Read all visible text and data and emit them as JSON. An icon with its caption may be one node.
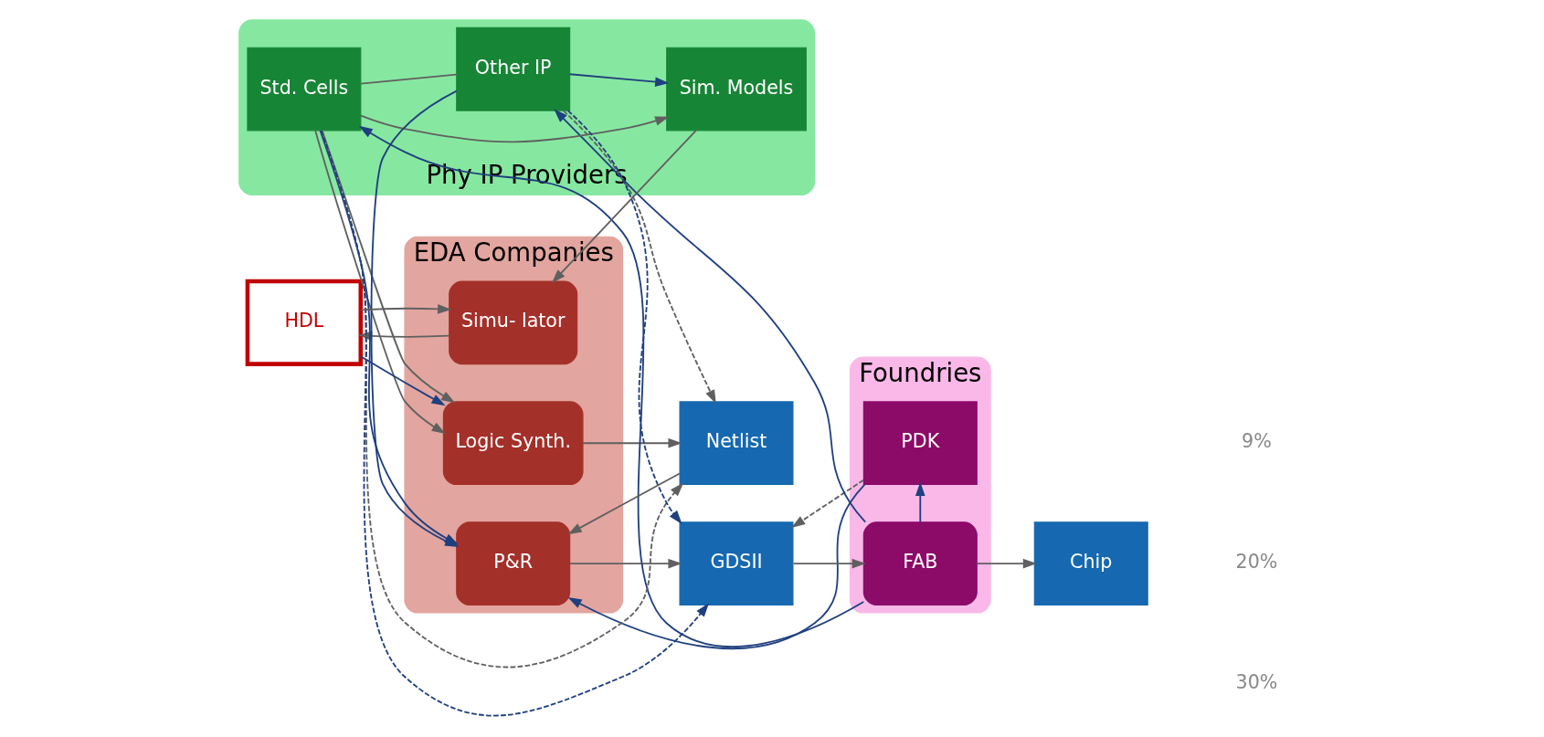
{
  "diagram": {
    "nodes": [
      {
        "text": [
          "EDA Companies"
        ]
      },
      {
        "text": [
          "Foundries"
        ]
      },
      {
        "text": [
          "Phy IP Providers"
        ]
      },
      {
        "text": [
          "HDL"
        ]
      },
      {
        "text": [
          "Simu- lator"
        ],
        "in": 0
      },
      {
        "text": [
          "Logic Synth."
        ],
        "in": 0
      },
      {
        "text": [
          "Netlist"
        ]
      },
      {
        "text": [
          "P&R"
        ],
        "in": 0
      },
      {
        "text": [
          "GDSII"
        ]
      },
      {
        "text": [
          "PDK"
        ],
        "in": 1
      },
      {
        "text": [
          "FAB"
        ],
        "in": 1
      },
      {
        "text": [
          "Chip"
        ]
      },
      {
        "text": [
          "Sim. Models"
        ],
        "in": 2
      },
      {
        "text": [
          "Std. Cells"
        ],
        "in": 2
      },
      {
        "text": [
          "Other IP"
        ],
        "in": 2
      }
    ],
    "edges": [
      {
        "from": 3,
        "to": 5,
        "arrow": "to",
        "color": "#1f3f7f"
      },
      {
        "from": 4,
        "to": 3,
        "arrow": "to"
      },
      {
        "from": 3,
        "to": 4,
        "arrow": "to"
      },
      {
        "from": 5,
        "to": 6,
        "arrow": "to"
      },
      {
        "from": 6,
        "to": 7,
        "arrow": "to"
      },
      {
        "from": 7,
        "to": 8,
        "arrow": "to"
      },
      {
        "from": 8,
        "to": 10,
        "arrow": "to"
      },
      {
        "from": 10,
        "to": 11,
        "arrow": "to"
      },
      {
        "from": 9,
        "to": 7,
        "arrow": "to",
        "color": "#1f3f7f"
      },
      {
        "from": 9,
        "to": 8,
        "arrow": "to",
        "style": "dashed"
      },
      {
        "from": 10,
        "to": 9,
        "arrow": "to",
        "color": "#1f3f7f"
      },
      {
        "from": 12,
        "to": 4,
        "arrow": "to"
      },
      {
        "from": 13,
        "to": 5,
        "arrow": "to"
      },
      {
        "from": 13,
        "to": 5,
        "arrow": "to"
      },
      {
        "from": 13,
        "to": 12,
        "arrow": "to"
      },
      {
        "from": 13,
        "to": 6,
        "arrow": "to",
        "style": "dashed"
      },
      {
        "from": 13,
        "to": 7,
        "arrow": "to",
        "color": "#1f3f7f"
      },
      {
        "from": 13,
        "to": 8,
        "arrow": "to",
        "style": "dashed",
        "color": "#1f3f7f"
      },
      {
        "from": 13,
        "to": 14,
        "arrow": "none"
      },
      {
        "from": 14,
        "to": 12,
        "arrow": "to",
        "color": "#1f3f7f"
      },
      {
        "from": 14,
        "to": 6,
        "arrow": "to",
        "style": "dashed"
      },
      {
        "from": 14,
        "to": 7,
        "arrow": "to",
        "color": "#1f3f7f"
      },
      {
        "from": 14,
        "to": 8,
        "arrow": "to",
        "style": "dashed",
        "color": "#1f3f7f"
      },
      {
        "from": 10,
        "to": 13,
        "arrow": "to",
        "color": "#1f3f7f"
      },
      {
        "from": 10,
        "to": 14,
        "arrow": "to",
        "color": "#1f3f7f"
      }
    ],
    "labels": [
      "9%",
      "20%",
      "30%"
    ]
  }
}
